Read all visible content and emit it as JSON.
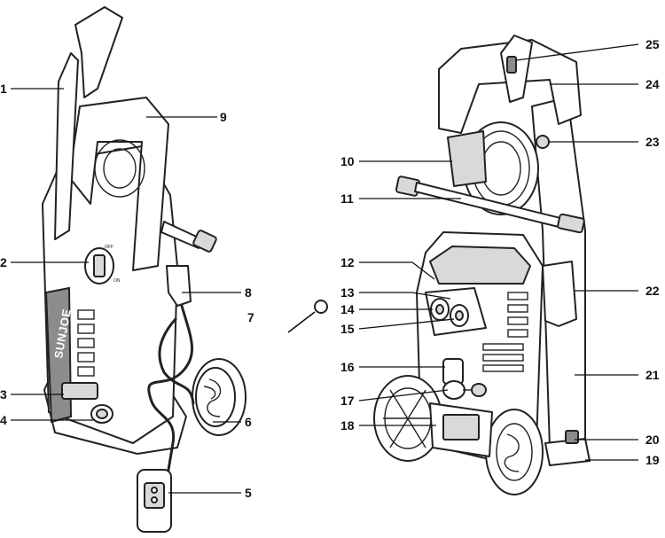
{
  "brand": "SUNJOE",
  "switch_labels": {
    "off": "OFF",
    "on": "ON"
  },
  "callouts": {
    "c1": "1",
    "c2": "2",
    "c3": "3",
    "c4": "4",
    "c5": "5",
    "c6": "6",
    "c7": "7",
    "c8": "8",
    "c9": "9",
    "c10": "10",
    "c11": "11",
    "c12": "12",
    "c13": "13",
    "c14": "14",
    "c15": "15",
    "c16": "16",
    "c17": "17",
    "c18": "18",
    "c19": "19",
    "c20": "20",
    "c21": "21",
    "c22": "22",
    "c23": "23",
    "c24": "24",
    "c25": "25"
  }
}
